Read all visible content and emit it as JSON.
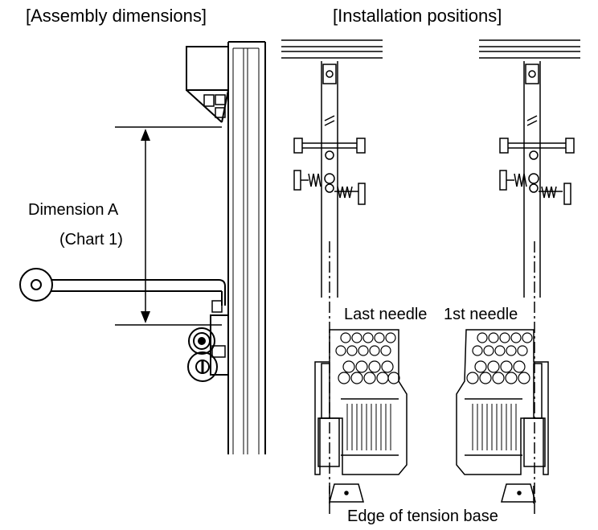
{
  "titles": {
    "left": "[Assembly dimensions]",
    "right": "[Installation positions]"
  },
  "labels": {
    "dimension": "Dimension A",
    "chart_ref": "(Chart 1)",
    "last_needle": "Last needle",
    "first_needle": "1st needle",
    "tension_edge": "Edge of tension base"
  },
  "colors": {
    "line": "#000000",
    "background": "#ffffff"
  }
}
